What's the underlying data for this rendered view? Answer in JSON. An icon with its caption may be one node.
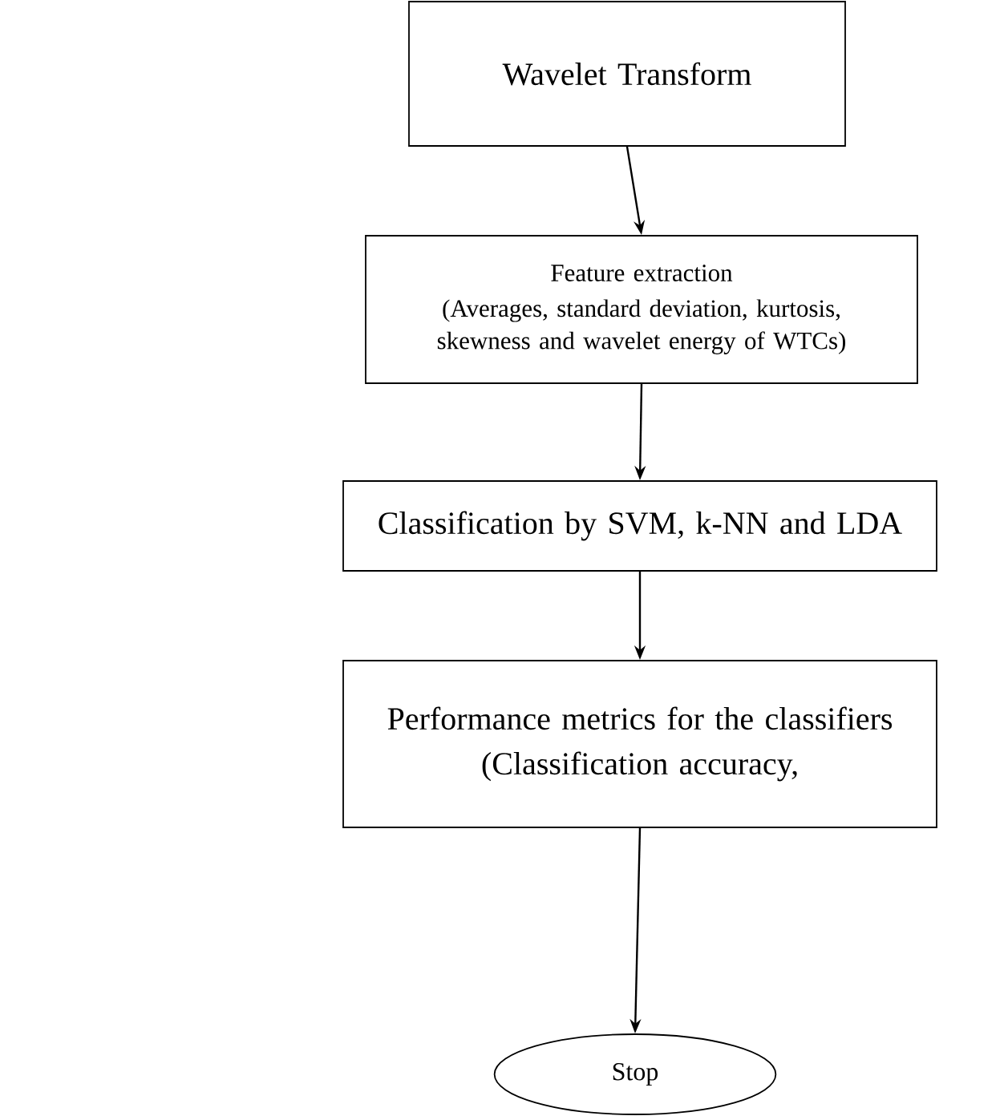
{
  "diagram": {
    "nodes": [
      {
        "text": [
          "Wavelet Transform"
        ]
      },
      {
        "text": [
          "Feature extraction",
          "(Averages, standard deviation, kurtosis, skewness and wavelet energy of WTCs)"
        ]
      },
      {
        "text": [
          "Classification by SVM, k-NN and LDA"
        ]
      },
      {
        "text": [
          "Performance metrics for the classifiers",
          "(Classification accuracy,"
        ]
      },
      {
        "text": [
          "Stop"
        ]
      }
    ],
    "edges": [
      {
        "from": 0,
        "to": 1,
        "arrow": "to"
      },
      {
        "from": 1,
        "to": 2,
        "arrow": "to"
      },
      {
        "from": 2,
        "to": 3,
        "arrow": "to"
      },
      {
        "from": 3,
        "to": 4,
        "arrow": "to"
      }
    ]
  }
}
